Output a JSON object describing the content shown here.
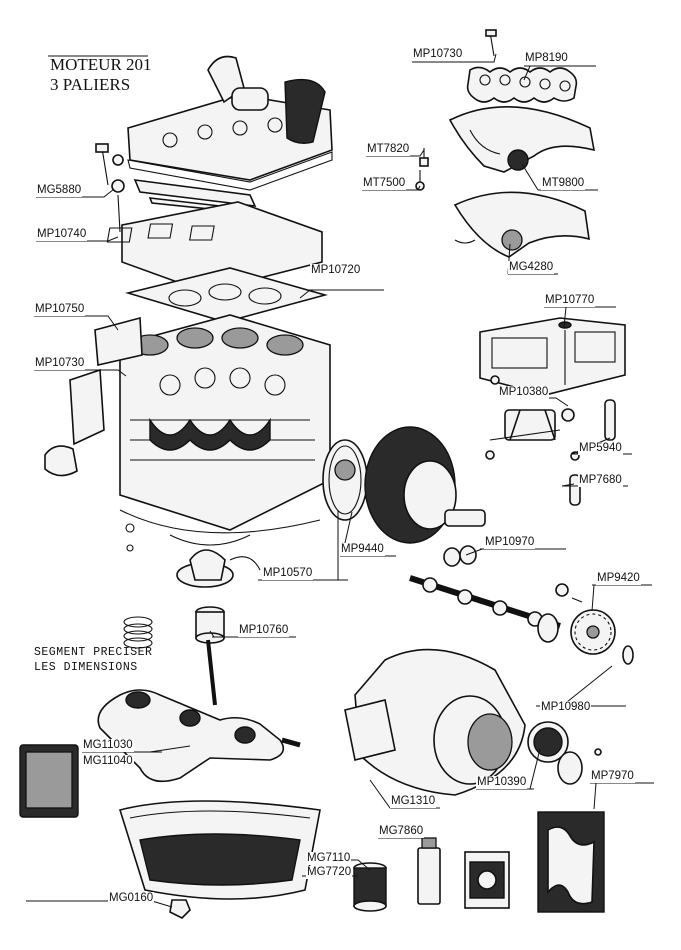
{
  "header": {
    "line1": "MOTEUR 201",
    "line2": "3 PALIERS"
  },
  "note": {
    "line1": "SEGMENT PRECISER",
    "line2": "LES DIMENSIONS"
  },
  "labels": {
    "mp10730_top": "MP10730",
    "mp8190": "MP8190",
    "mt7820": "MT7820",
    "mt7500": "MT7500",
    "mt9800": "MT9800",
    "mg4280": "MG4280",
    "mg5880": "MG5880",
    "mp10740": "MP10740",
    "mp10720": "MP10720",
    "mp10750": "MP10750",
    "mp10730_left": "MP10730",
    "mp10770": "MP10770",
    "mp10380": "MP10380",
    "mp5940": "MP5940",
    "mp7680": "MP7680",
    "mp10970": "MP10970",
    "mp9440": "MP9440",
    "mp10570": "MP10570",
    "mp9420": "MP9420",
    "mp10760": "MP10760",
    "mp10980": "MP10980",
    "mg11030": "MG11030",
    "mg11040": "MG11040",
    "mp10390": "MP10390",
    "mg1310": "MG1310",
    "mp7970": "MP7970",
    "mg7860": "MG7860",
    "mg7110": "MG7110",
    "mg7720": "MG7720",
    "mg0160": "MG0160"
  }
}
